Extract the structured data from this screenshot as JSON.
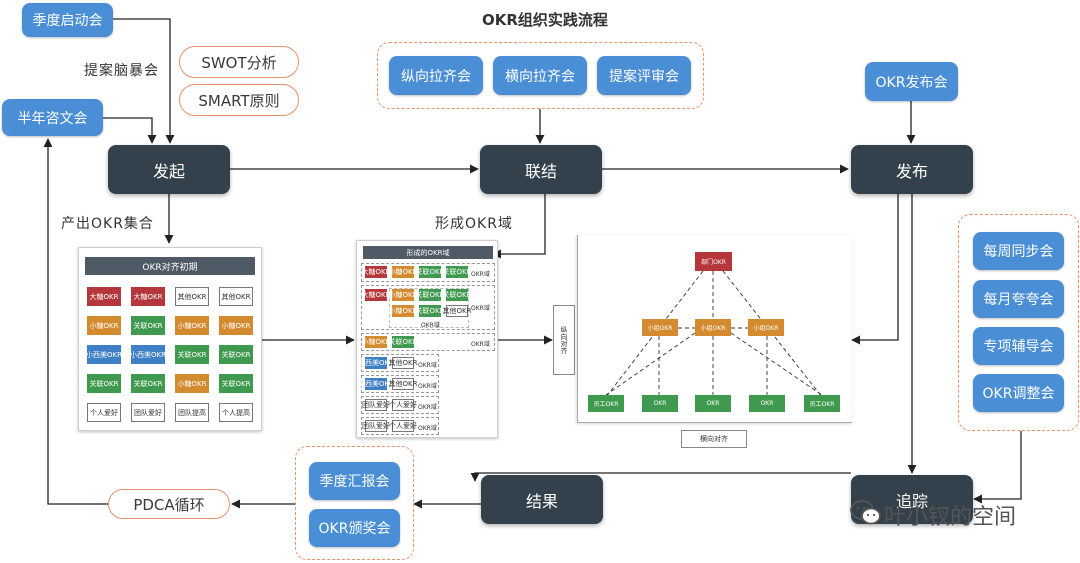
{
  "title": "OKR组织实践流程",
  "stages": {
    "initiate": "发起",
    "connect": "联结",
    "publish": "发布",
    "track": "追踪",
    "result": "结果"
  },
  "inputs": {
    "quarter_kickoff": "季度启动会",
    "half_year_meeting": "半年咨文会",
    "brainstorm_label": "提案脑暴会",
    "swot": "SWOT分析",
    "smart": "SMART原则",
    "okr_release": "OKR发布会"
  },
  "connect_meetings": [
    "纵向拉齐会",
    "横向拉齐会",
    "提案评审会"
  ],
  "track_meetings": [
    "每周同步会",
    "每月夸夸会",
    "专项辅导会",
    "OKR调整会"
  ],
  "result_meetings": [
    "季度汇报会",
    "OKR颁奖会"
  ],
  "pdca": "PDCA循环",
  "edge_labels": {
    "produce_okr_set": "产出OKR集合",
    "form_okr_domain": "形成OKR域"
  },
  "initial_panel": {
    "title": "OKR对齐初期",
    "rows": [
      [
        {
          "t": "大糖OKR",
          "c": "red"
        },
        {
          "t": "大糖OKR",
          "c": "red"
        },
        {
          "t": "其他OKR",
          "c": "white"
        },
        {
          "t": "其他OKR",
          "c": "white"
        }
      ],
      [
        {
          "t": "小糖OKR",
          "c": "org"
        },
        {
          "t": "关联OKR",
          "c": "green"
        },
        {
          "t": "小糖OKR",
          "c": "org"
        },
        {
          "t": "小糖OKR",
          "c": "org"
        }
      ],
      [
        {
          "t": "小西美OKR",
          "c": "blue"
        },
        {
          "t": "小西美OKR",
          "c": "blue"
        },
        {
          "t": "关联OKR",
          "c": "green"
        },
        {
          "t": "关联OKR",
          "c": "green"
        }
      ],
      [
        {
          "t": "关联OKR",
          "c": "green"
        },
        {
          "t": "关联OKR",
          "c": "green"
        },
        {
          "t": "小糖OKR",
          "c": "org"
        },
        {
          "t": "关联OKR",
          "c": "green"
        }
      ],
      [
        {
          "t": "个人爱好",
          "c": "white"
        },
        {
          "t": "团队爱好",
          "c": "white"
        },
        {
          "t": "团队提高",
          "c": "white"
        },
        {
          "t": "个人提高",
          "c": "white"
        }
      ]
    ]
  },
  "domain_panel": {
    "title": "形成的OKR域",
    "domain_label": "OKR域",
    "tiles": {
      "a1": "大糖OKR",
      "a2": "小糖OKR",
      "a3": "关联OKR",
      "a4": "关联OKR",
      "b1": "大糖OKR",
      "b2": "小糖OKR",
      "b3": "关联OKR",
      "b4": "关联OKR",
      "b5": "小糖OKR",
      "b6": "关联OKR",
      "b7": "其他OKR",
      "c1": "小糖OKR",
      "c2": "关联OKR",
      "d1": "小西美OKR",
      "d2": "其他OKR",
      "e1": "小西美OKR",
      "e2": "其他OKR",
      "f1": "团队爱好",
      "f2": "个人爱好",
      "g1": "团队爱好",
      "g2": "个人爱好"
    }
  },
  "tree": {
    "vertical_align": "纵向对齐",
    "horizontal_align": "横向对齐",
    "top": "部门OKR",
    "middle": [
      "小组OKR",
      "小组OKR",
      "小组OKR"
    ],
    "bottom": [
      "员工OKR",
      "OKR",
      "OKR",
      "OKR",
      "员工OKR"
    ]
  },
  "watermark": "叶小钗的空间",
  "colors": {
    "dark_node": "#33414d",
    "blue_node": "#4a8fd6",
    "outline_orange": "#e8926a",
    "tile_red": "#b5373b",
    "tile_orange": "#d48a2f",
    "tile_blue": "#3f7fc6",
    "tile_green": "#3f9a4f"
  }
}
